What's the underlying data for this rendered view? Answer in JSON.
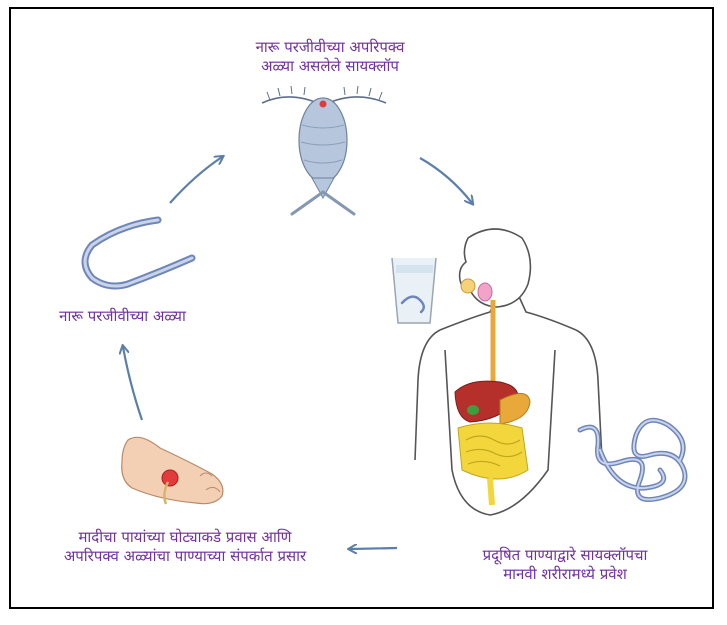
{
  "diagram": {
    "colors": {
      "label_text": "#7030a0",
      "arrow": "#5b7faa",
      "border": "#000000",
      "worm": "#6f86b8",
      "cyclops_body": "#b6c6dc",
      "egg_dot": "#e23b3b",
      "skin_outline": "#555555",
      "liver": "#b5302a",
      "stomach": "#e8a93a",
      "intestine": "#f2d63b"
    },
    "labels": {
      "cyclops_with_larvae": [
        "नारू परजीवीच्या अपरिपक्व",
        "अळ्या असलेले सायक्लॉप"
      ],
      "larva": [
        "नारू परजीवीच्या अळ्या"
      ],
      "foot_spread": [
        "मादीचा पायांच्या घोट्याकडे प्रवास आणि",
        "अपरिपक्व अळ्यांचा पाण्याच्या संपर्कात प्रसार"
      ],
      "human_entry": [
        "प्रदूषित पाण्याद्वारे सायक्लॉपचा",
        "मानवी शरीरामध्ये प्रवेश"
      ]
    },
    "figures": [
      "cyclops-illustration",
      "larva-worm-illustration",
      "human-body-digestive-illustration",
      "water-glass-illustration",
      "adult-worm-coil-illustration",
      "infected-foot-illustration"
    ],
    "cycle_arrows": [
      "cyclops-to-human",
      "human-to-foot",
      "foot-to-larva",
      "larva-to-cyclops"
    ]
  }
}
